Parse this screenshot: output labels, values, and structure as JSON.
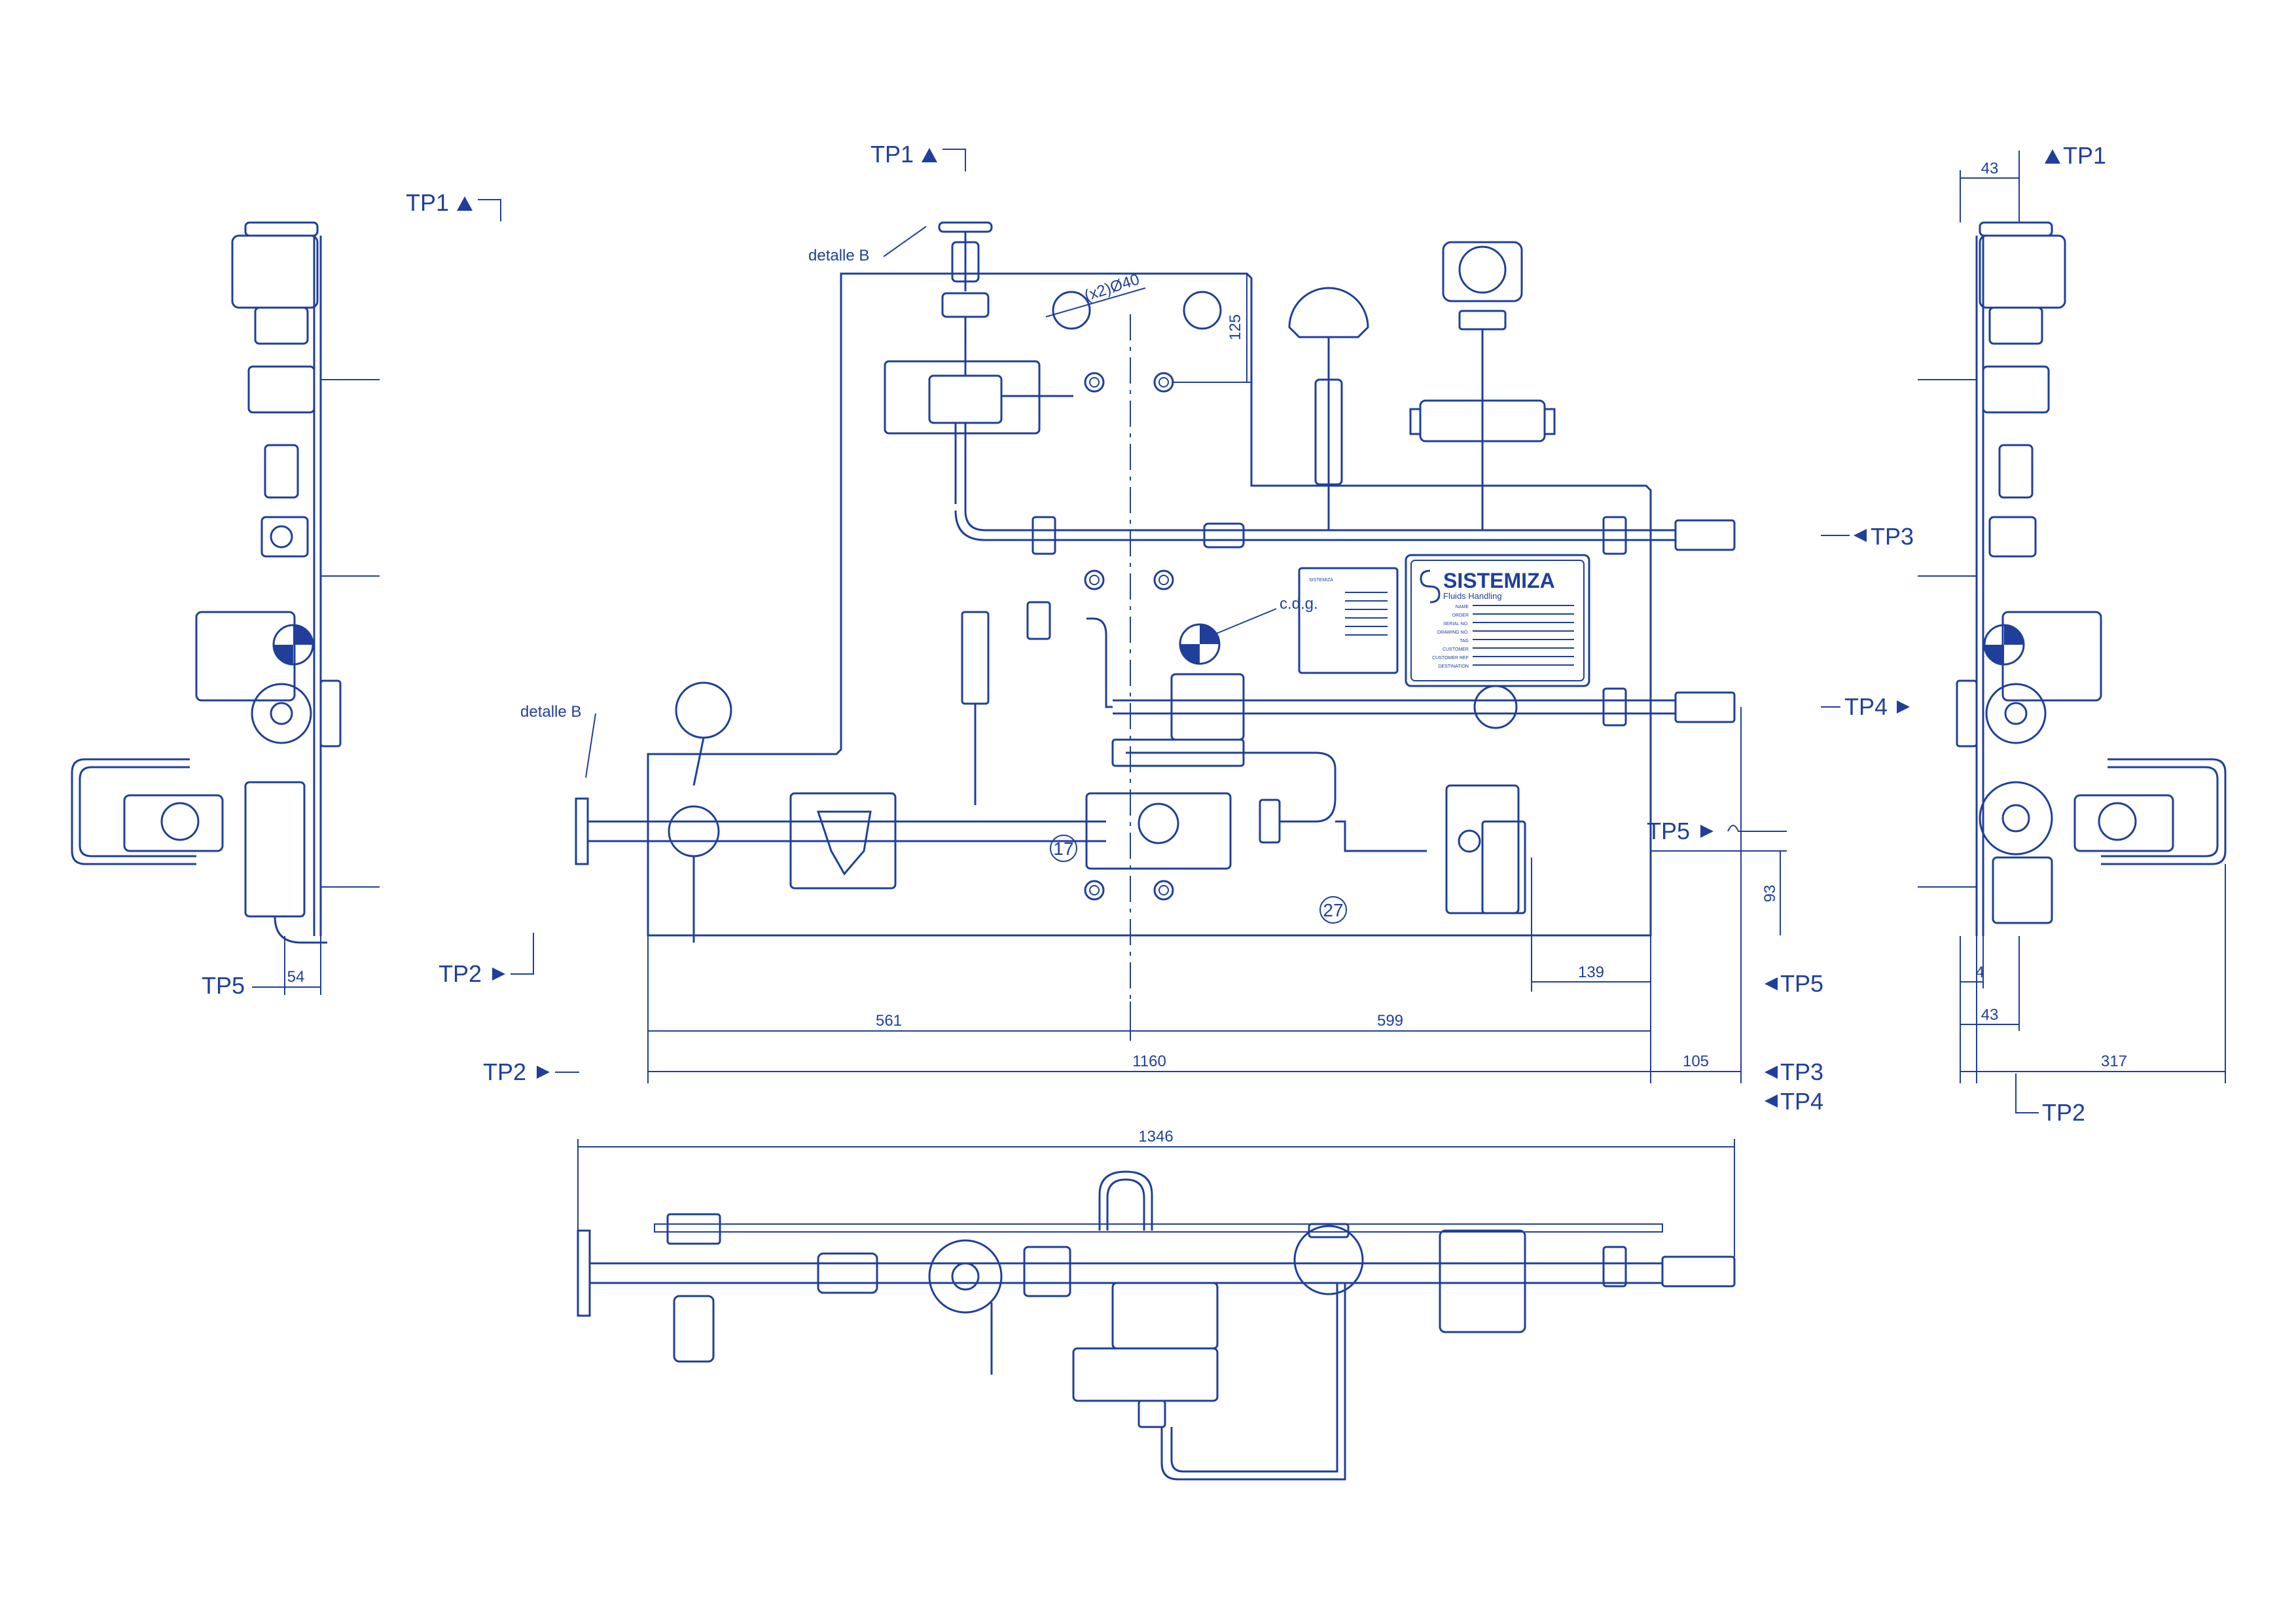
{
  "view_markers": [
    "TP1",
    "TP2",
    "TP3",
    "TP4",
    "TP5"
  ],
  "notes": {
    "detail_b": "detalle B",
    "holes": "(x2)Ø40",
    "cdg": "c.d.g."
  },
  "bubbles": {
    "b17": "17",
    "b27": "27"
  },
  "nameplate": {
    "brand": "SISTEMIZA",
    "subtitle": "Fluids Handling",
    "small_brand": "SISTEMIZA",
    "fields": [
      "NAME",
      "ORDER",
      "SERIAL NO.",
      "DRAWING NO.",
      "TAG",
      "CUSTOMER",
      "CUSTOMER REF",
      "DESTINATION"
    ]
  },
  "dimensions": {
    "d125": "125",
    "d93": "93",
    "d139": "139",
    "d561": "561",
    "d599": "599",
    "d1160": "1160",
    "d105": "105",
    "d1346": "1346",
    "d54": "54",
    "d43_top": "43",
    "d4": "4",
    "d43_bot": "43",
    "d317": "317"
  },
  "colors": {
    "line": "#1f3f9b",
    "background": "#ffffff"
  }
}
